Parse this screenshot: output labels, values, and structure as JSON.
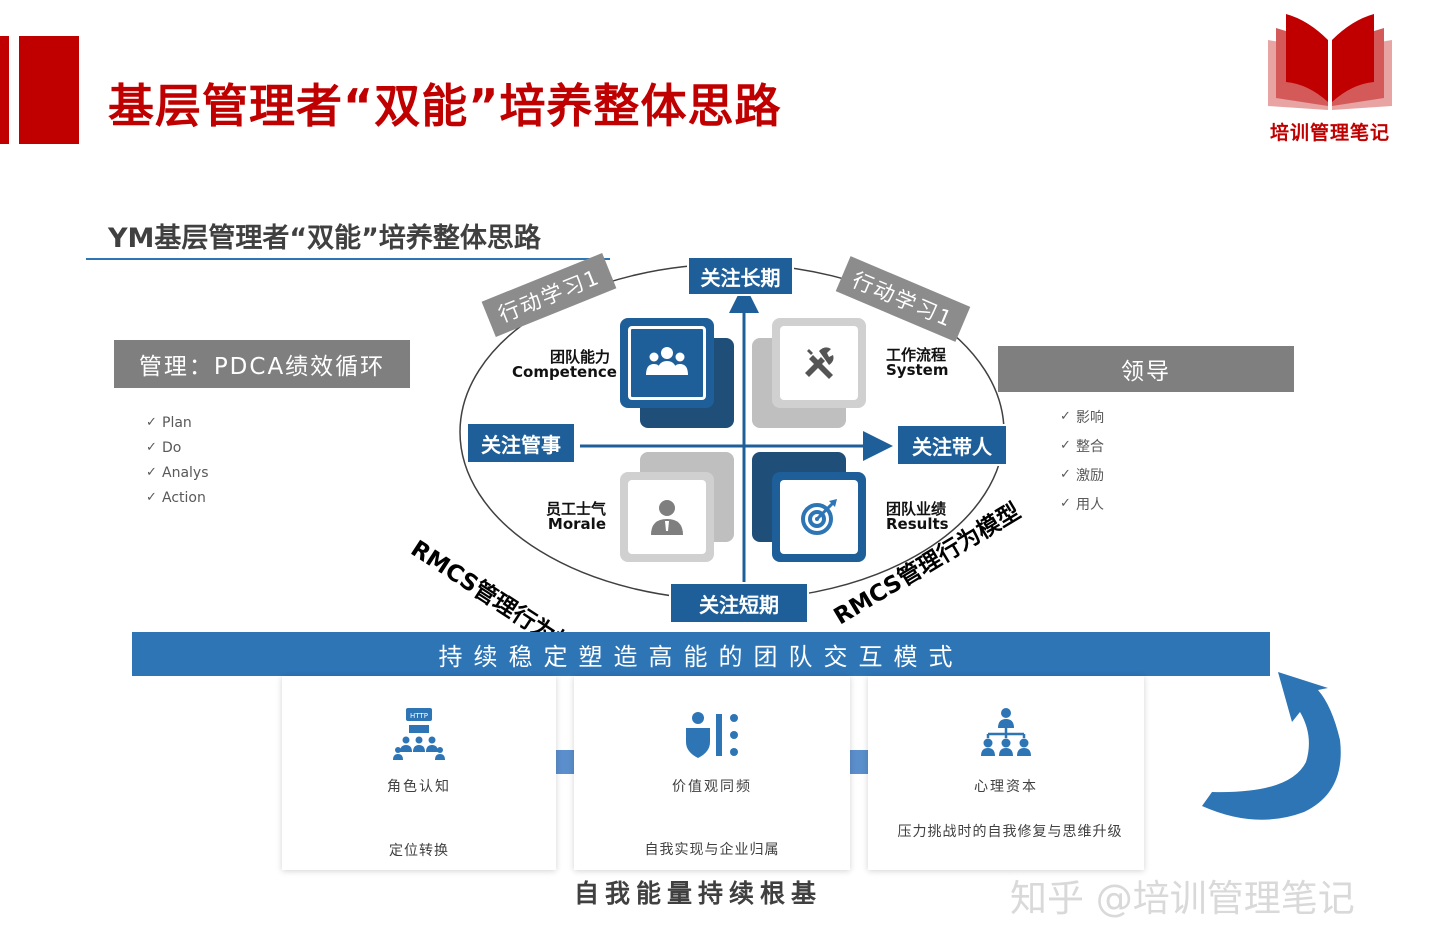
{
  "header": {
    "title": "基层管理者“双能”培养整体思路",
    "accent_color": "#c00000"
  },
  "brand": {
    "logo_icon": "book-icon",
    "name": "培训管理笔记"
  },
  "subtitle": "YM基层管理者“双能”培养整体思路",
  "left_panel": {
    "heading": "管理：PDCA绩效循环",
    "items": [
      "Plan",
      "Do",
      "Analys",
      "Action"
    ]
  },
  "right_panel": {
    "heading": "领导",
    "items": [
      "影响",
      "整合",
      "激励",
      "用人"
    ]
  },
  "model": {
    "axis_top": "关注长期",
    "axis_bottom": "关注短期",
    "axis_left": "关注管事",
    "axis_right": "关注带人",
    "action_left": "行动学习1",
    "action_right": "行动学习1",
    "rmcs_left": "RMCS管理行为模型",
    "rmcs_right": "RMCS管理行为模型",
    "quadrants": {
      "competence": {
        "cn": "团队能力",
        "en": "Competence",
        "icon": "team-icon"
      },
      "system": {
        "cn": "工作流程",
        "en": "System",
        "icon": "tools-icon"
      },
      "morale": {
        "cn": "员工士气",
        "en": "Morale",
        "icon": "person-icon"
      },
      "results": {
        "cn": "团队业绩",
        "en": "Results",
        "icon": "target-icon"
      }
    },
    "blue_color": "#1f5f99"
  },
  "banner": "持续稳定塑造高能的团队交互模式",
  "steps": [
    {
      "title": "角色认知",
      "sub": "定位转换",
      "icon": "http-hierarchy-icon"
    },
    {
      "title": "价值观同频",
      "sub": "自我实现与企业归属",
      "icon": "shield-list-icon"
    },
    {
      "title": "心理资本",
      "sub": "压力挑战时的自我修复与思维升级",
      "icon": "org-chart-icon"
    }
  ],
  "bottom_title": "自我能量持续根基",
  "watermark": "知乎 @培训管理笔记"
}
